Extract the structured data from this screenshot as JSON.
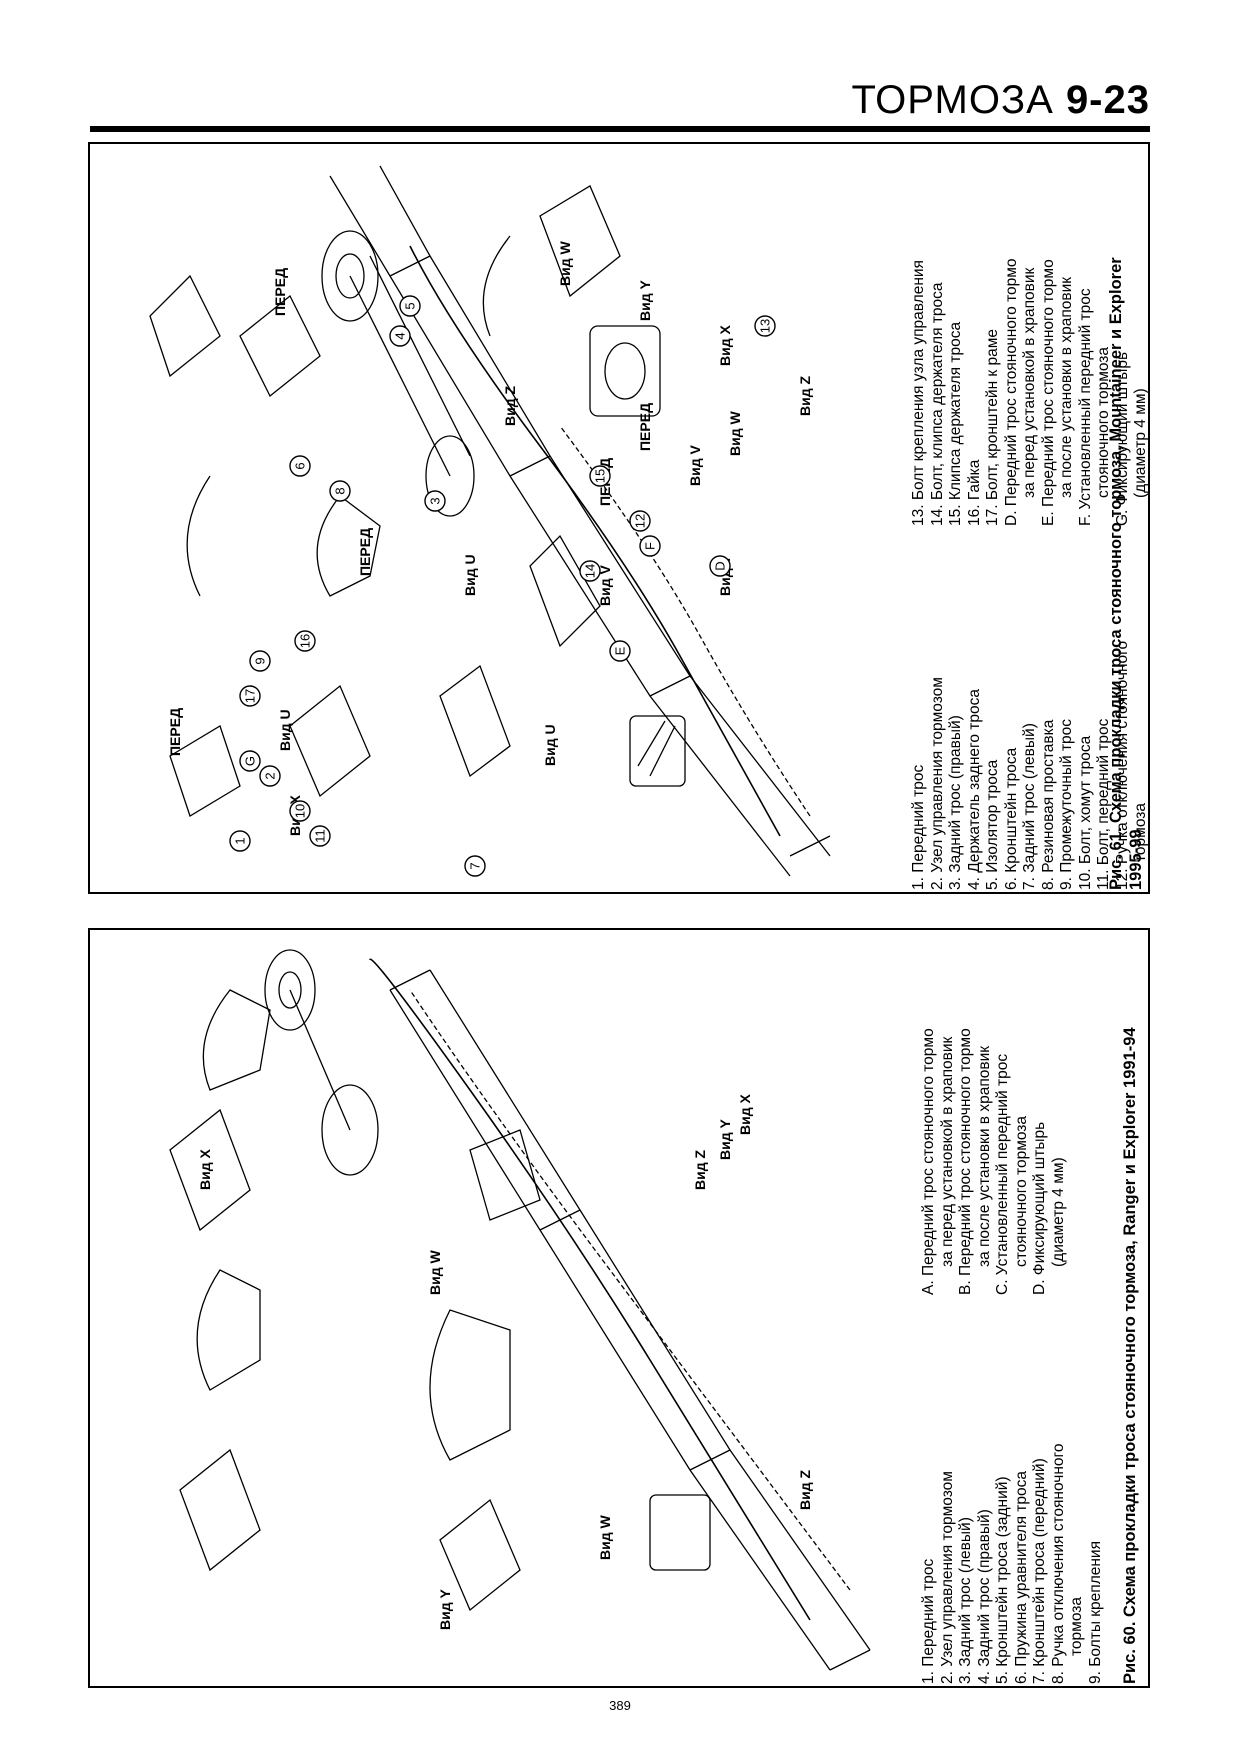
{
  "header": {
    "section": "ТОРМОЗА",
    "page_ref": "9-23"
  },
  "fig61": {
    "caption_line1": "Рис. 61. Схема прокладки троса стояночного тормоза, Mountaineer и Explorer",
    "caption_line2": "1995-99",
    "legend_left": [
      "1. Передний трос",
      "2. Узел управления тормозом",
      "3. Задний трос (правый)",
      "4. Держатель заднего троса",
      "5. Изолятор троса",
      "6. Кронштейн троса",
      "7. Задний трос (левый)",
      "8. Резиновая проставка",
      "9. Промежуточный трос",
      "10. Болт, хомут троса",
      "11. Болт, передний трос",
      "12. Ручка отключения стояночного",
      "тормоза"
    ],
    "legend_right": [
      "13. Болт крепления узла управления",
      "14. Болт, клипса держателя троса",
      "15. Клипса держателя троса",
      "16. Гайка",
      "17. Болт, кронштейн к раме",
      "D. Передний трос стояночного тормо",
      "за перед установкой в храповик",
      "E. Передний трос стояночного тормо",
      "за после установки в храповик",
      "F. Установленный передний трос",
      "стояночного тормоза",
      "G. Фиксирующий штырь",
      "(диаметр 4 мм)"
    ],
    "views": {
      "front": "ПЕРЕД",
      "view_z": "Вид Z",
      "view_v": "Вид V",
      "view_u": "Вид U",
      "view_w": "Вид W",
      "view_x": "Вид X",
      "view_y": "Вид Y"
    },
    "callouts": [
      "1",
      "2",
      "3",
      "4",
      "5",
      "6",
      "7",
      "8",
      "9",
      "10",
      "11",
      "12",
      "13",
      "14",
      "15",
      "16",
      "17",
      "D",
      "E",
      "F",
      "G"
    ]
  },
  "fig60": {
    "caption": "Рис. 60. Схема прокладки троса стояночного тормоза, Ranger и Explorer 1991-94",
    "legend_left": [
      "1. Передний трос",
      "2. Узел управления тормозом",
      "3. Задний трос (левый)",
      "4. Задний трос (правый)",
      "5. Кронштейн троса (задний)",
      "6. Пружина уравнителя троса",
      "7. Кронштейн троса (передний)",
      "8. Ручка отключения стояночного",
      "тормоза",
      "9. Болты крепления"
    ],
    "legend_right": [
      "A. Передний трос стояночного тормо",
      "за перед установкой в храповик",
      "B. Передний трос стояночного тормо",
      "за после установки в храповик",
      "C. Установленный передний трос",
      "стояночного тормоза",
      "D. Фиксирующий штырь",
      "(диаметр 4 мм)"
    ],
    "views": {
      "view_x": "Вид X",
      "view_w": "Вид W",
      "view_y": "Вид Y",
      "view_z": "Вид Z"
    }
  },
  "footer": {
    "page_number": "389"
  }
}
